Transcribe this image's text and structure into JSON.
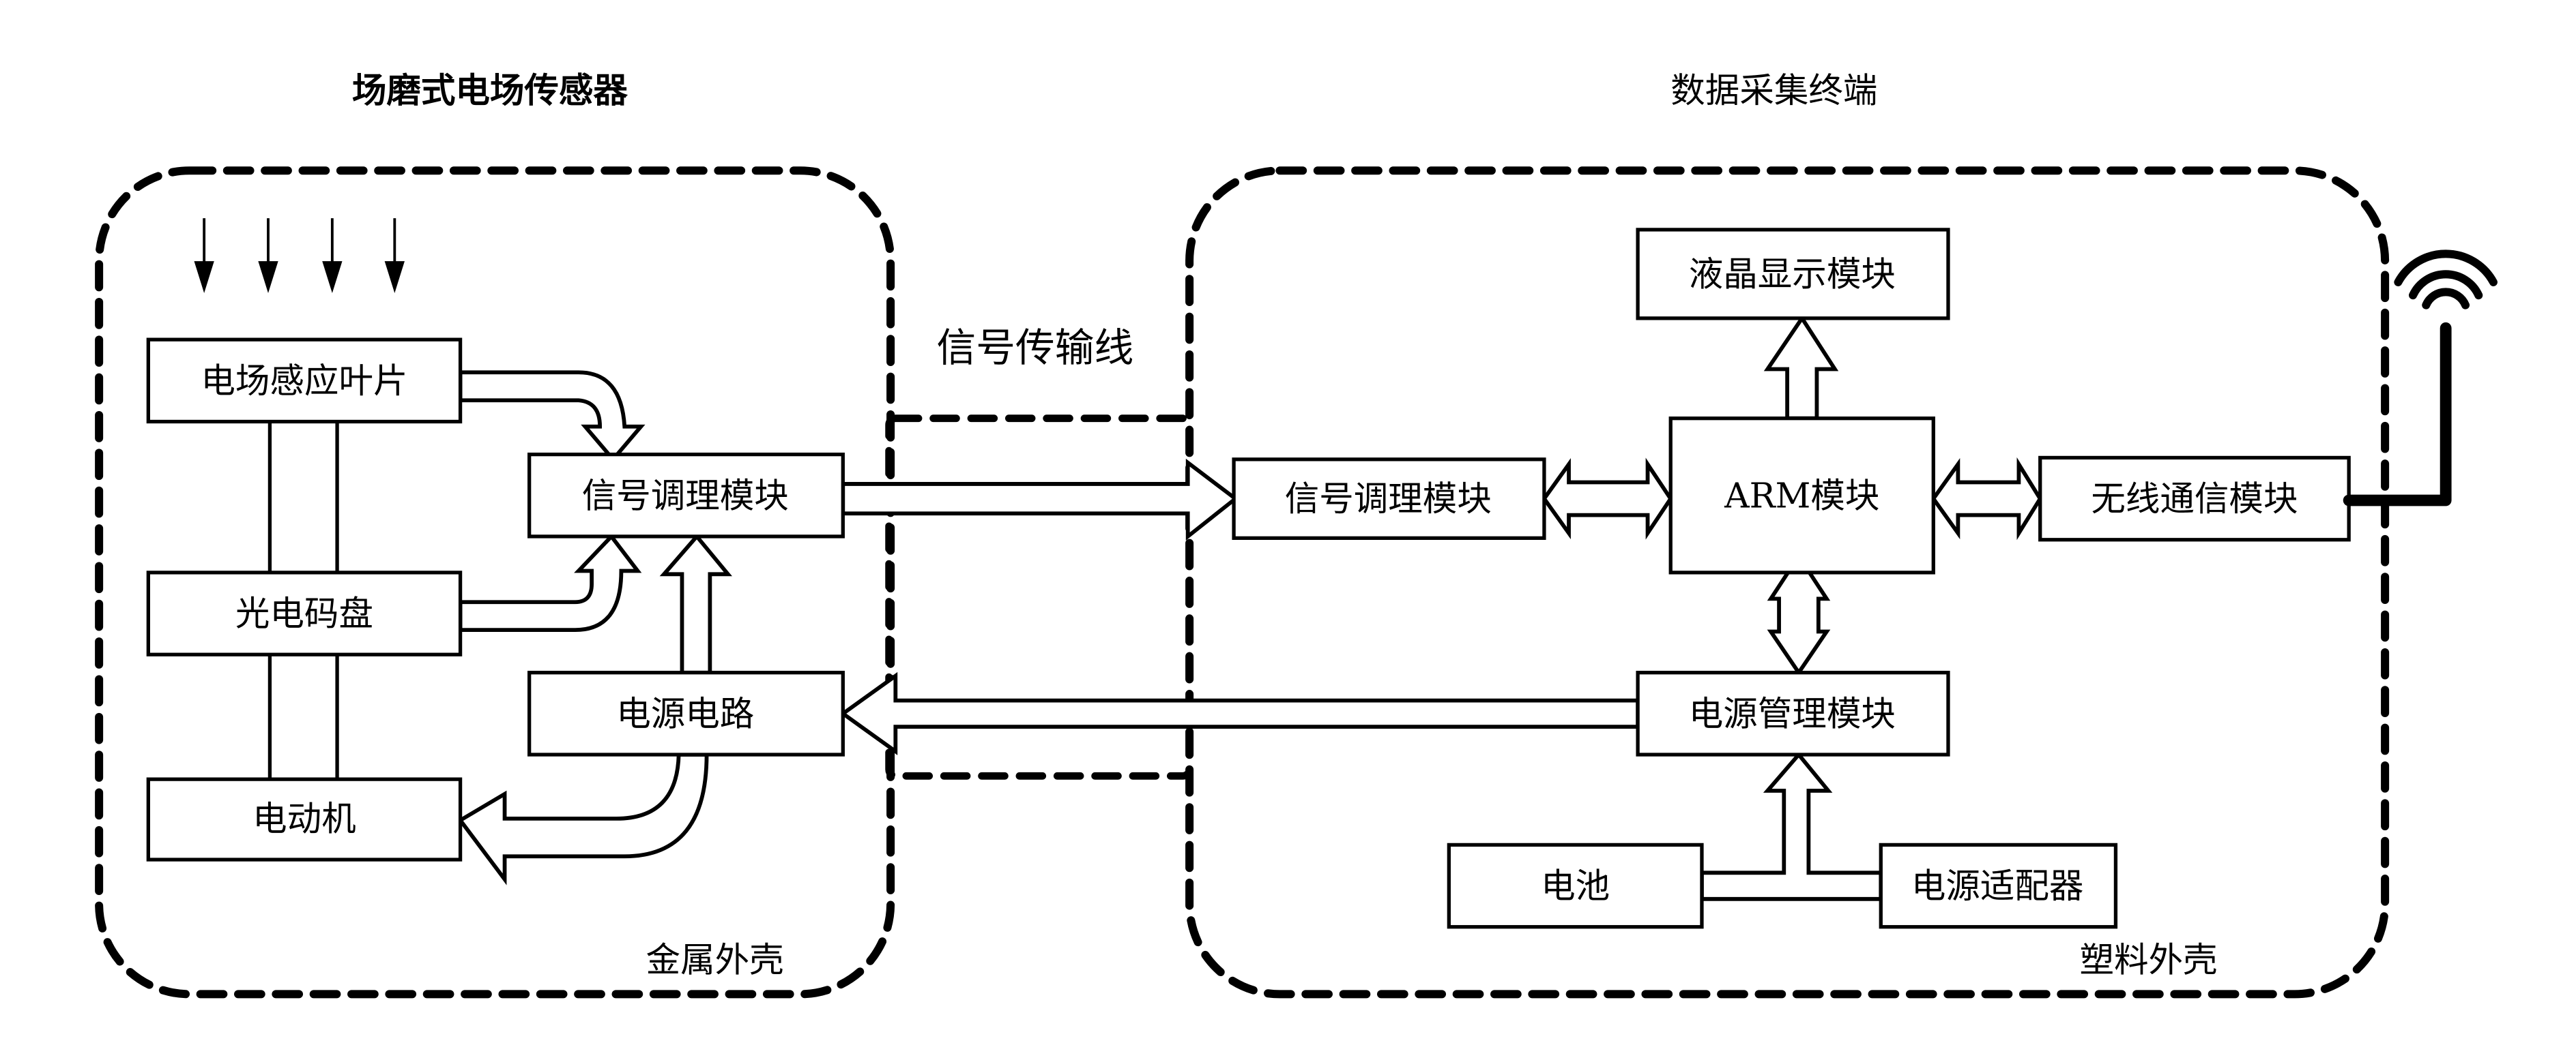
{
  "titles": {
    "sensor": "场磨式电场传感器",
    "terminal": "数据采集终端",
    "transmission_line": "信号传输线"
  },
  "enclosures": {
    "sensor_shell": "金属外壳",
    "terminal_shell": "塑料外壳"
  },
  "sensor_blocks": {
    "field_vane": "电场感应叶片",
    "photo_encoder": "光电码盘",
    "motor": "电动机",
    "signal_conditioning": "信号调理模块",
    "power_circuit": "电源电路"
  },
  "terminal_blocks": {
    "signal_conditioning": "信号调理模块",
    "arm": "ARM模块",
    "lcd": "液晶显示模块",
    "wireless": "无线通信模块",
    "power_management": "电源管理模块",
    "battery": "电池",
    "adapter": "电源适配器"
  },
  "icons": {
    "field_arrows": "down-arrow-icon",
    "antenna": "wireless-antenna-icon"
  }
}
